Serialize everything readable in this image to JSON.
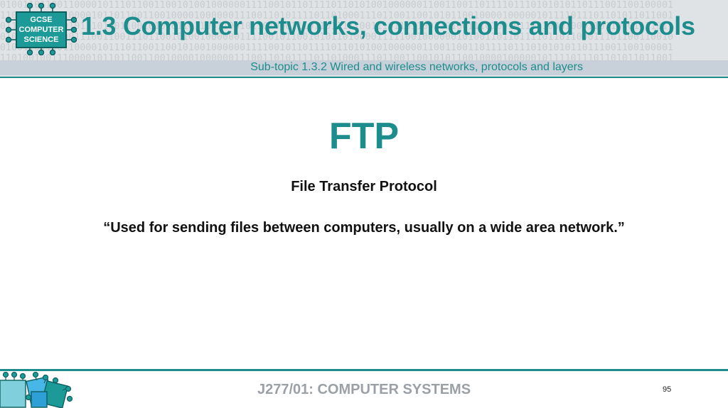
{
  "header": {
    "logo_lines": [
      "GCSE",
      "COMPUTER",
      "SCIENCE"
    ],
    "title": "1.3 Computer networks, connections and protocols",
    "subtopic": "Sub-topic 1.3.2 Wired and wireless networks, protocols and layers",
    "binary_rows": [
      "0100110110011000010111011001100101001000000111100101101111011010100100000011001100110111101110101010110111001100100001",
      "1101001001110000101101100110010000100000011100110101111011010001110110011001010110010000100000101111011101101011011001",
      "0110110010101011101001100101010110110011001011010001110110111110011101101100110100111010010110010001000110110101111011",
      "0100110011100111001100111011001010010000001111001011001010110100001111100100000010100110110111101101100011101100110010"
    ]
  },
  "slide": {
    "heading": "FTP",
    "expansion": "File Transfer Protocol",
    "definition": "“Used for sending files between computers, usually on a wide area network.”"
  },
  "footer": {
    "course": "J277/01: COMPUTER SYSTEMS",
    "page_number": "95"
  },
  "colors": {
    "teal": "#1c8c8c",
    "header_bg": "#dfe3e6",
    "footer_text": "#9aa0a6"
  }
}
